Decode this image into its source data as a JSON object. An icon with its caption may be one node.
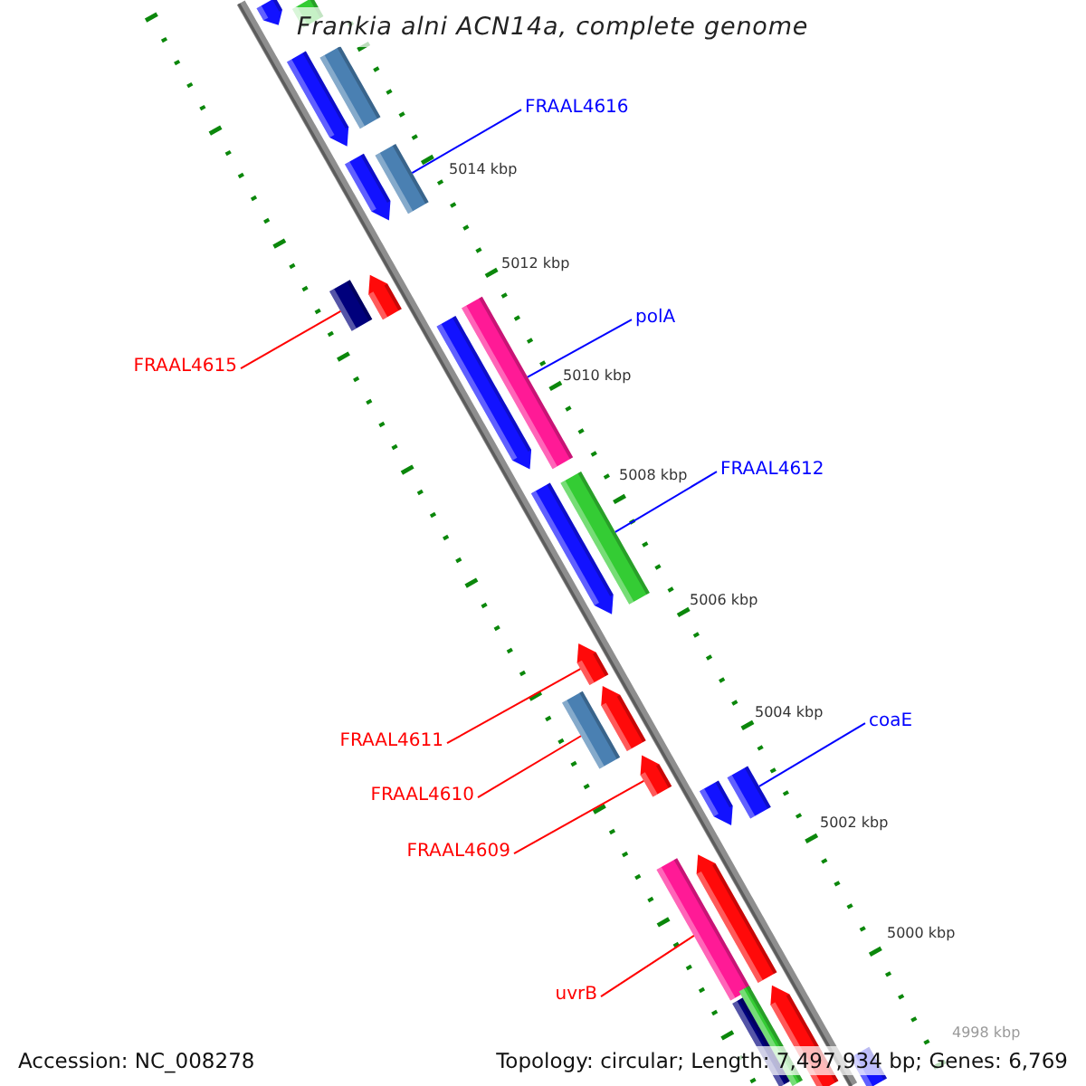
{
  "diagram": {
    "title": "Frankia alni ACN14a, complete genome",
    "nodes": [
      {
        "text": [],
        "shape": "arrow"
      },
      {
        "text": [],
        "shape": "bar"
      },
      {
        "text": [],
        "shape": "arrow"
      },
      {
        "text": [],
        "shape": "bar"
      },
      {
        "text": [
          "FRAAL4616"
        ]
      },
      {
        "text": [],
        "shape": "arrow"
      },
      {
        "text": [],
        "shape": "bar"
      },
      {
        "text": [],
        "shape": "arrow"
      },
      {
        "text": [],
        "shape": "bar"
      },
      {
        "text": [],
        "shape": "bar"
      },
      {
        "text": [
          "polA"
        ]
      },
      {
        "text": [],
        "shape": "arrow"
      },
      {
        "text": [
          "FRAAL4615"
        ]
      },
      {
        "text": [
          "FRAAL4612"
        ]
      },
      {
        "text": [],
        "shape": "bar"
      },
      {
        "text": [],
        "shape": "arrow"
      },
      {
        "text": [],
        "shape": "arrow"
      },
      {
        "text": [],
        "shape": "arrow"
      },
      {
        "text": [],
        "shape": "bar"
      },
      {
        "text": [
          "coaE"
        ]
      },
      {
        "text": [
          "FRAAL4611"
        ]
      },
      {
        "text": [],
        "shape": "arrow"
      },
      {
        "text": [],
        "shape": "bar"
      },
      {
        "text": [],
        "shape": "arrow"
      },
      {
        "text": [
          "FRAAL4610"
        ]
      },
      {
        "text": [
          "FRAAL4609"
        ]
      },
      {
        "text": [],
        "shape": "arrow"
      },
      {
        "text": [],
        "shape": "bar"
      },
      {
        "text": [],
        "shape": "arrow"
      },
      {
        "text": [
          "uvrB"
        ]
      },
      {
        "text": [],
        "shape": "bar"
      },
      {
        "text": [],
        "shape": "bar"
      },
      {
        "text": [],
        "shape": "bar"
      }
    ],
    "edges": [
      {
        "from": 4,
        "to": 6,
        "arrow": "none",
        "color": "#0000ff"
      },
      {
        "from": 10,
        "to": 9,
        "arrow": "none",
        "color": "#0000ff"
      },
      {
        "from": 12,
        "to": 8,
        "arrow": "none"
      },
      {
        "from": 13,
        "to": 14,
        "arrow": "none",
        "color": "#0000ff"
      },
      {
        "from": 19,
        "to": 22,
        "arrow": "none",
        "color": "#0000ff"
      },
      {
        "from": 20,
        "to": 16,
        "arrow": "none"
      },
      {
        "from": 24,
        "to": 18,
        "arrow": "none"
      },
      {
        "from": 25,
        "to": 21,
        "arrow": "none"
      },
      {
        "from": 29,
        "to": 27,
        "arrow": "none"
      }
    ],
    "labels": [
      "5014 kbp",
      "5012 kbp",
      "5010 kbp",
      "5008 kbp",
      "5006 kbp",
      "5004 kbp",
      "5002 kbp",
      "5000 kbp",
      "4998 kbp",
      "Accession: NC_008278",
      "Topology: circular; Length: 7,497,934 bp; Genes: 6,769"
    ]
  }
}
